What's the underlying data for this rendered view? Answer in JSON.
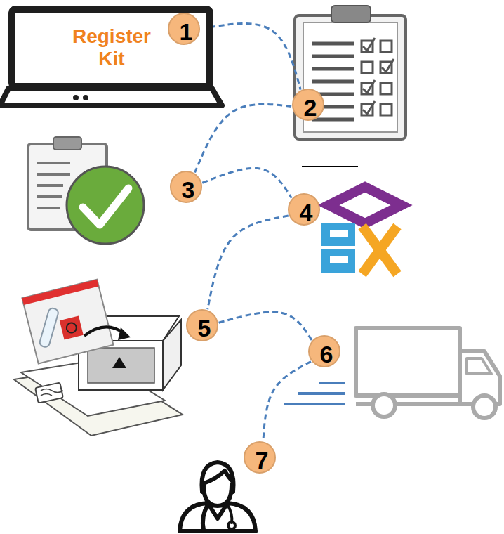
{
  "diagram": {
    "nodes": [
      {
        "text": [
          "Register Kit"
        ]
      },
      {
        "text": [
          "1"
        ]
      },
      {
        "text": [
          "2"
        ]
      },
      {
        "text": [
          "3"
        ]
      },
      {
        "text": [
          "4"
        ]
      },
      {
        "text": [
          "5"
        ]
      },
      {
        "text": [
          "6"
        ]
      },
      {
        "text": [
          "7"
        ]
      }
    ],
    "edges": [
      {
        "from": 1,
        "to": 2,
        "arrow": "none"
      },
      {
        "from": 2,
        "to": 3,
        "arrow": "none"
      },
      {
        "from": 3,
        "to": 4,
        "arrow": "none"
      },
      {
        "from": 4,
        "to": 5,
        "arrow": "none"
      },
      {
        "from": 5,
        "to": 6,
        "arrow": "none"
      },
      {
        "from": 6,
        "to": 7,
        "arrow": "none"
      }
    ]
  }
}
